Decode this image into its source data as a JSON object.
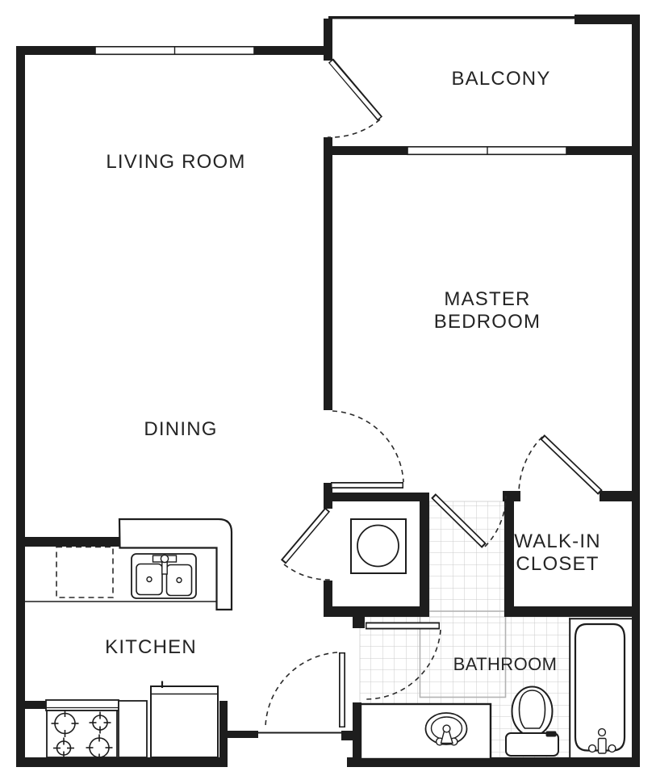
{
  "rooms": {
    "living_room": {
      "label": "LIVING ROOM"
    },
    "balcony": {
      "label": "BALCONY"
    },
    "master_bedroom": {
      "label_line1": "MASTER",
      "label_line2": "BEDROOM"
    },
    "dining": {
      "label": "DINING"
    },
    "kitchen": {
      "label": "KITCHEN"
    },
    "walk_in_closet": {
      "label_line1": "WALK-IN",
      "label_line2": "CLOSET"
    },
    "bathroom": {
      "label": "BATHROOM"
    }
  },
  "fixtures": {
    "kitchen": [
      "kitchen-sink",
      "dishwasher",
      "range-stove",
      "refrigerator",
      "counter-peninsula"
    ],
    "laundry": [
      "washer"
    ],
    "bathroom": [
      "vanity-sink",
      "toilet",
      "bathtub"
    ]
  },
  "doors": [
    "balcony-door",
    "bedroom-door",
    "laundry-door",
    "corridor-door",
    "closet-door",
    "bathroom-door",
    "entry-door"
  ],
  "windows": [
    "living-room-window",
    "balcony-window"
  ],
  "colors": {
    "wall": "#1d1d1d",
    "tile_line": "#cbcbcb",
    "wet_area_border": "#b3b3b3",
    "label_text": "#242424",
    "background": "#ffffff"
  }
}
